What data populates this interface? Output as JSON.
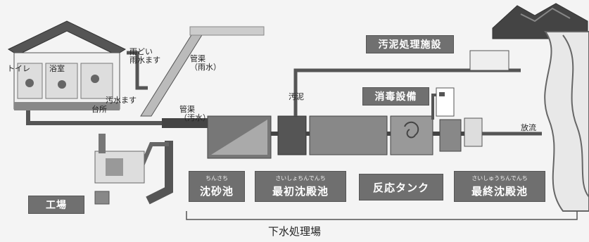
{
  "labels": {
    "toilet": "トイレ",
    "bath": "浴室",
    "kitchen": "台所",
    "rain_basin": "雨どい\n雨水ます",
    "drain_basin": "汚水ます",
    "rain_pipe": "管渠\n（雨水）",
    "sewage_pipe": "管渠\n（汚水）",
    "sludge": "汚泥",
    "outflow": "放流",
    "factory": "工場"
  },
  "facilities": {
    "sludge_treatment": "汚泥処理施設",
    "disinfection": "消毒設備"
  },
  "stages": [
    {
      "ruby": "ちんさち",
      "name": "沈砂池"
    },
    {
      "ruby": "さいしょちんでんち",
      "name": "最初沈殿池"
    },
    {
      "ruby": "",
      "name": "反応タンク"
    },
    {
      "ruby": "さいしゅうちんでんち",
      "name": "最終沈殿池"
    }
  ],
  "bottom_title": "下水処理場"
}
